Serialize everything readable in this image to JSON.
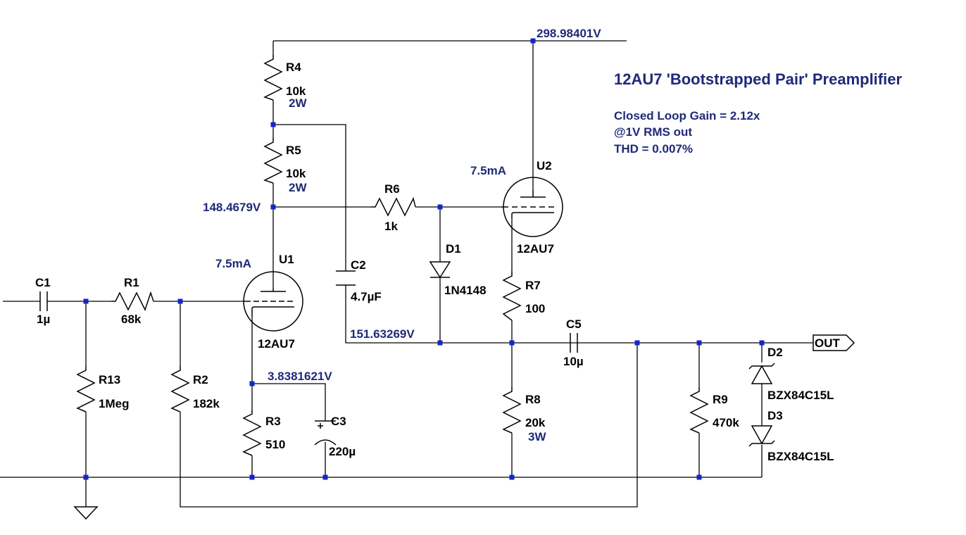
{
  "title": "12AU7 'Bootstrapped Pair' Preamplifier",
  "notes": [
    "Closed Loop Gain = 2.12x",
    "@1V RMS out",
    "THD = 0.007%"
  ],
  "node_voltages": {
    "supply": "298.98401V",
    "u1_plate": "148.4679V",
    "u2_cathode": "151.63269V",
    "u1_cathode": "3.8381621V"
  },
  "currents": {
    "u1": "7.5mA",
    "u2": "7.5mA"
  },
  "components": {
    "C1": {
      "name": "C1",
      "value": "1µ"
    },
    "R1": {
      "name": "R1",
      "value": "68k"
    },
    "R13": {
      "name": "R13",
      "value": "1Meg"
    },
    "R2": {
      "name": "R2",
      "value": "182k"
    },
    "U1": {
      "name": "U1",
      "value": "12AU7"
    },
    "R3": {
      "name": "R3",
      "value": "510"
    },
    "C3": {
      "name": "C3",
      "value": "220µ"
    },
    "R4": {
      "name": "R4",
      "value": "10k",
      "power": "2W"
    },
    "R5": {
      "name": "R5",
      "value": "10k",
      "power": "2W"
    },
    "C2": {
      "name": "C2",
      "value": "4.7µF"
    },
    "R6": {
      "name": "R6",
      "value": "1k"
    },
    "D1": {
      "name": "D1",
      "value": "1N4148"
    },
    "U2": {
      "name": "U2",
      "value": "12AU7"
    },
    "R7": {
      "name": "R7",
      "value": "100"
    },
    "R8": {
      "name": "R8",
      "value": "20k",
      "power": "3W"
    },
    "C5": {
      "name": "C5",
      "value": "10µ"
    },
    "R9": {
      "name": "R9",
      "value": "470k"
    },
    "D2": {
      "name": "D2",
      "value": "BZX84C15L"
    },
    "D3": {
      "name": "D3",
      "value": "BZX84C15L"
    }
  },
  "output_port": "OUT"
}
